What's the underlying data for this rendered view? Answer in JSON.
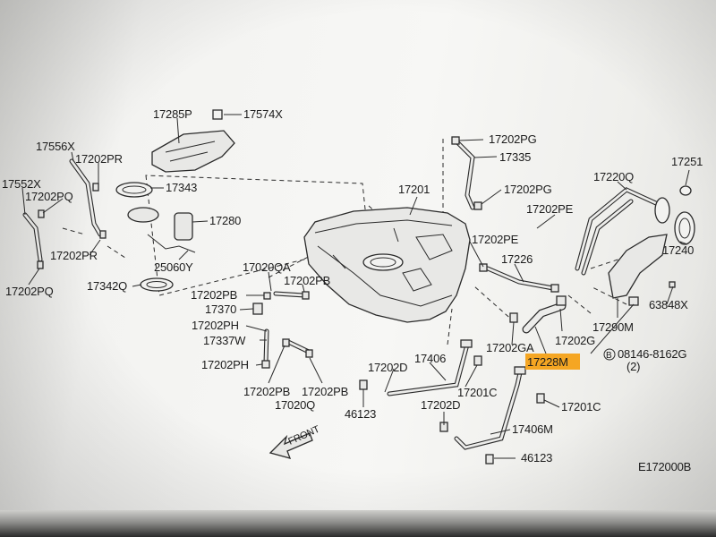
{
  "diagram": {
    "reference_code": "E172000B",
    "front_label": "FRONT",
    "highlight_color": "#f5a623",
    "labels": {
      "p17285P": "17285P",
      "p17574X": "17574X",
      "p17556X": "17556X",
      "p17202PR_a": "17202PR",
      "p17343": "17343",
      "p17552X": "17552X",
      "p17202PQ_a": "17202PQ",
      "p17280": "17280",
      "p17202PR_b": "17202PR",
      "p25060Y": "25060Y",
      "p17202PQ_b": "17202PQ",
      "p17342Q": "17342Q",
      "p17020QA": "17020QA",
      "p17202PB_a": "17202PB",
      "p17202PB_b": "17202PB",
      "p17370": "17370",
      "p17202PH_a": "17202PH",
      "p17337W": "17337W",
      "p17202PH_b": "17202PH",
      "p17202PB_c": "17202PB",
      "p17202PB_d": "17202PB",
      "p17020Q": "17020Q",
      "p17202PG_a": "17202PG",
      "p17335": "17335",
      "p17201": "17201",
      "p17202PG_b": "17202PG",
      "p17202PE_a": "17202PE",
      "p17202PE_b": "17202PE",
      "p17226": "17226",
      "p17220Q": "17220Q",
      "p17251": "17251",
      "p17240": "17240",
      "p63848X": "63848X",
      "p17290M": "17290M",
      "p17202GA": "17202GA",
      "p17202G": "17202G",
      "p17228M": "17228M",
      "p08146": "08146-8162G",
      "p08146_qty": "(2)",
      "p08146_prefix": "B",
      "p17202D_a": "17202D",
      "p17406": "17406",
      "p17201C_a": "17201C",
      "p46123_a": "46123",
      "p17202D_b": "17202D",
      "p17201C_b": "17201C",
      "p17406M": "17406M",
      "p46123_b": "46123"
    }
  }
}
